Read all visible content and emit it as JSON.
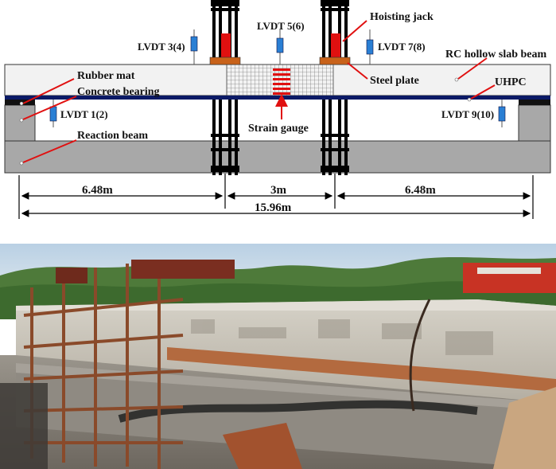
{
  "diagram": {
    "lvdt_labels": {
      "lvdt_3_4": "LVDT 3(4)",
      "lvdt_5_6": "LVDT 5(6)",
      "lvdt_7_8": "LVDT 7(8)",
      "lvdt_1_2": "LVDT 1(2)",
      "lvdt_9_10": "LVDT 9(10)"
    },
    "component_labels": {
      "rubber_mat": "Rubber mat",
      "concrete_bearing": "Concrete bearing",
      "reaction_beam": "Reaction beam",
      "hoisting_jack": "Hoisting jack",
      "steel_plate": "Steel plate",
      "rc_hollow_slab_beam": "RC hollow slab beam",
      "uhpc": "UHPC",
      "strain_gauge": "Strain gauge"
    },
    "dimensions": {
      "left_span": "6.48m",
      "middle_span": "3m",
      "right_span": "6.48m",
      "total_span": "15.96m"
    },
    "colors": {
      "beam": "#f2f2f2",
      "support": "#a8a8a8",
      "uhpc_layer": "#0b1a66",
      "jack": "#e01010",
      "steel_plate": "#c8621a",
      "lvdt": "#2a7fd4",
      "callout": "#e01010"
    }
  },
  "photo": {
    "description_icon": "field-test-photo"
  }
}
